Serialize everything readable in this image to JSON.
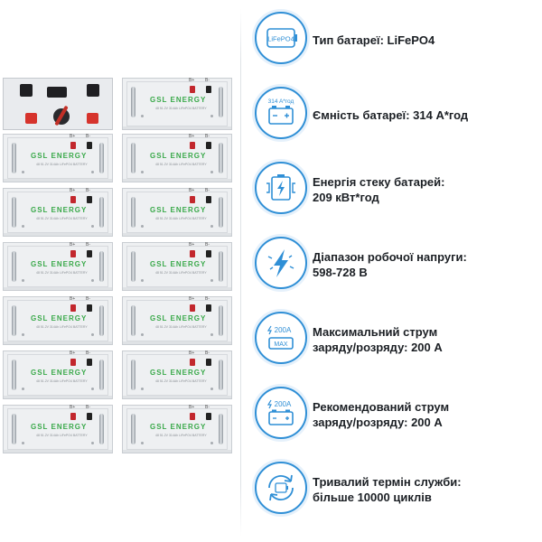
{
  "product": {
    "brand": "GSL ENERGY",
    "terminal_pos": "B+",
    "terminal_neg": "B-",
    "module_spec": "48 51.2V 314Ah LiFePO4 BATTERY"
  },
  "icons": {
    "battery_type_label": "LiFePO4",
    "capacity_label": "314 A*год",
    "max_current_badge": "200A",
    "max_current_sub": "MAX",
    "rec_current_badge": "200A"
  },
  "features": [
    {
      "icon": "lifepo4-battery-icon",
      "lines": [
        "Тип батареї: LiFePO4"
      ]
    },
    {
      "icon": "battery-capacity-icon",
      "lines": [
        "Ємність батареї: 314 А*год"
      ]
    },
    {
      "icon": "battery-charging-icon",
      "lines": [
        "Енергія стеку батарей:",
        "209 кВт*год"
      ]
    },
    {
      "icon": "lightning-voltage-icon",
      "lines": [
        "Діапазон робочої напруги:",
        "598-728 В"
      ]
    },
    {
      "icon": "max-current-icon",
      "lines": [
        "Максимальний струм",
        "заряду/розряду: 200 А"
      ]
    },
    {
      "icon": "recommended-current-icon",
      "lines": [
        "Рекомендований струм",
        "заряду/розряду: 200 А"
      ]
    },
    {
      "icon": "cycle-life-icon",
      "lines": [
        "Тривалий термін служби:",
        "більше 10000 циклів"
      ]
    }
  ],
  "colors": {
    "accent": "#2f8fd6",
    "brand_green": "#3aa94a",
    "terminal_red": "#c2272d"
  }
}
